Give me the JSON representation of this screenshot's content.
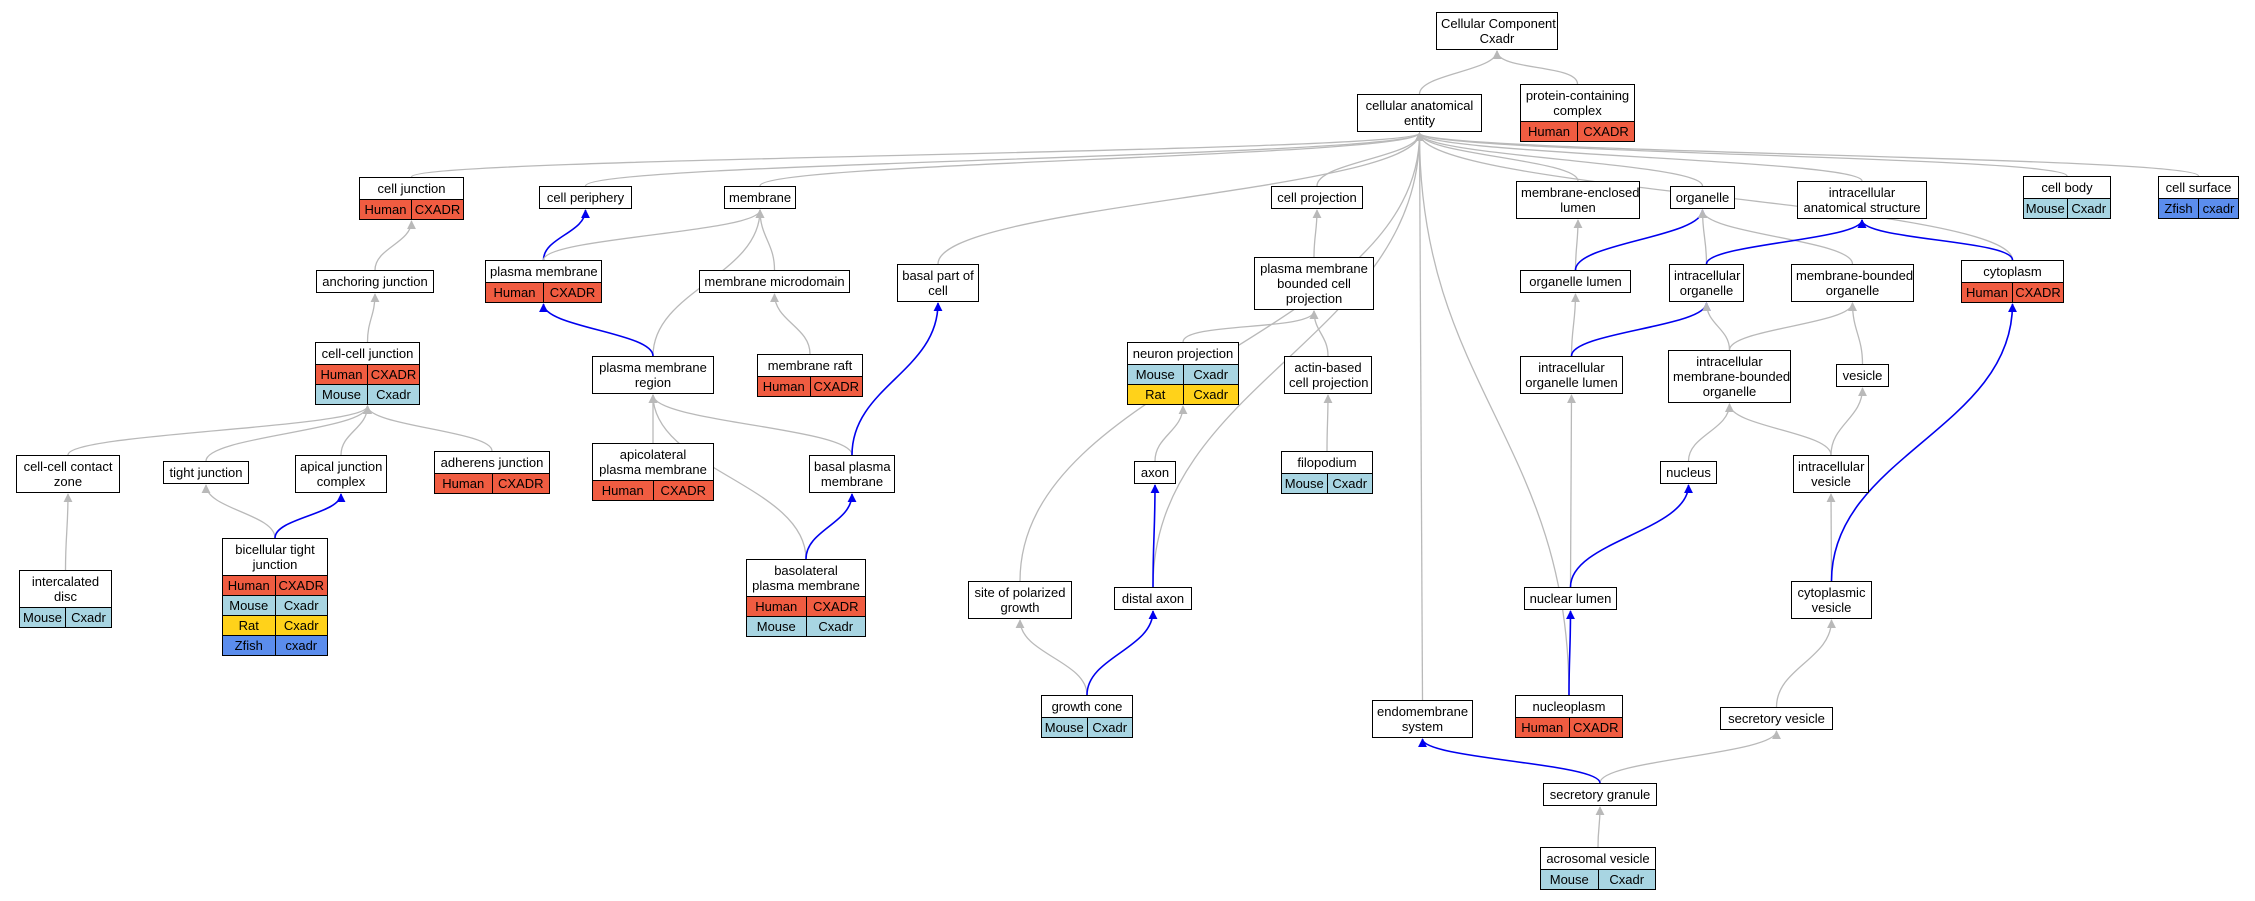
{
  "colors": {
    "edge_gray": "#b9b9b9",
    "edge_blue": "#0000ee",
    "Human": "#f05c41",
    "Mouse": "#a8d5e2",
    "Rat": "#ffd21a",
    "Zfish": "#5b8ded"
  },
  "nodes": [
    {
      "id": "cc",
      "lines": [
        "Cellular Component",
        "Cxadr"
      ],
      "rows": []
    },
    {
      "id": "cae",
      "lines": [
        "cellular anatomical",
        "entity"
      ],
      "rows": []
    },
    {
      "id": "pcc",
      "lines": [
        "protein-containing",
        "complex"
      ],
      "rows": [
        [
          "Human",
          "CXADR"
        ]
      ]
    },
    {
      "id": "cj",
      "lines": [
        "cell junction"
      ],
      "rows": [
        [
          "Human",
          "CXADR"
        ]
      ]
    },
    {
      "id": "cper",
      "lines": [
        "cell periphery"
      ],
      "rows": []
    },
    {
      "id": "mem",
      "lines": [
        "membrane"
      ],
      "rows": []
    },
    {
      "id": "bpc",
      "lines": [
        "basal part of",
        "cell"
      ],
      "rows": []
    },
    {
      "id": "cproj",
      "lines": [
        "cell projection"
      ],
      "rows": []
    },
    {
      "id": "mel",
      "lines": [
        "membrane-enclosed",
        "lumen"
      ],
      "rows": []
    },
    {
      "id": "org",
      "lines": [
        "organelle"
      ],
      "rows": []
    },
    {
      "id": "ias",
      "lines": [
        "intracellular",
        "anatomical structure"
      ],
      "rows": []
    },
    {
      "id": "cb",
      "lines": [
        "cell body"
      ],
      "rows": [
        [
          "Mouse",
          "Cxadr"
        ]
      ]
    },
    {
      "id": "cs",
      "lines": [
        "cell surface"
      ],
      "rows": [
        [
          "Zfish",
          "cxadr"
        ]
      ]
    },
    {
      "id": "aj",
      "lines": [
        "anchoring junction"
      ],
      "rows": []
    },
    {
      "id": "pm",
      "lines": [
        "plasma membrane"
      ],
      "rows": [
        [
          "Human",
          "CXADR"
        ]
      ]
    },
    {
      "id": "mmd",
      "lines": [
        "membrane microdomain"
      ],
      "rows": []
    },
    {
      "id": "pmbcp",
      "lines": [
        "plasma membrane",
        "bounded cell",
        "projection"
      ],
      "rows": []
    },
    {
      "id": "ol",
      "lines": [
        "organelle lumen"
      ],
      "rows": []
    },
    {
      "id": "io",
      "lines": [
        "intracellular",
        "organelle"
      ],
      "rows": []
    },
    {
      "id": "mbo",
      "lines": [
        "membrane-bounded",
        "organelle"
      ],
      "rows": []
    },
    {
      "id": "cyto",
      "lines": [
        "cytoplasm"
      ],
      "rows": [
        [
          "Human",
          "CXADR"
        ]
      ]
    },
    {
      "id": "ccj",
      "lines": [
        "cell-cell junction"
      ],
      "rows": [
        [
          "Human",
          "CXADR"
        ],
        [
          "Mouse",
          "Cxadr"
        ]
      ]
    },
    {
      "id": "pmr",
      "lines": [
        "plasma membrane",
        "region"
      ],
      "rows": []
    },
    {
      "id": "mraft",
      "lines": [
        "membrane raft"
      ],
      "rows": [
        [
          "Human",
          "CXADR"
        ]
      ]
    },
    {
      "id": "np",
      "lines": [
        "neuron projection"
      ],
      "rows": [
        [
          "Mouse",
          "Cxadr"
        ],
        [
          "Rat",
          "Cxadr"
        ]
      ]
    },
    {
      "id": "abcp",
      "lines": [
        "actin-based",
        "cell projection"
      ],
      "rows": []
    },
    {
      "id": "iol",
      "lines": [
        "intracellular",
        "organelle lumen"
      ],
      "rows": []
    },
    {
      "id": "imbo",
      "lines": [
        "intracellular",
        "membrane-bounded",
        "organelle"
      ],
      "rows": []
    },
    {
      "id": "ves",
      "lines": [
        "vesicle"
      ],
      "rows": []
    },
    {
      "id": "cccz",
      "lines": [
        "cell-cell contact",
        "zone"
      ],
      "rows": []
    },
    {
      "id": "tj",
      "lines": [
        "tight junction"
      ],
      "rows": []
    },
    {
      "id": "ajc",
      "lines": [
        "apical junction",
        "complex"
      ],
      "rows": []
    },
    {
      "id": "adj",
      "lines": [
        "adherens junction"
      ],
      "rows": [
        [
          "Human",
          "CXADR"
        ]
      ]
    },
    {
      "id": "apm",
      "lines": [
        "apicolateral",
        "plasma membrane"
      ],
      "rows": [
        [
          "Human",
          "CXADR"
        ]
      ]
    },
    {
      "id": "bpm",
      "lines": [
        "basal plasma",
        "membrane"
      ],
      "rows": []
    },
    {
      "id": "filo",
      "lines": [
        "filopodium"
      ],
      "rows": [
        [
          "Mouse",
          "Cxadr"
        ]
      ]
    },
    {
      "id": "axon",
      "lines": [
        "axon"
      ],
      "rows": []
    },
    {
      "id": "nuc",
      "lines": [
        "nucleus"
      ],
      "rows": []
    },
    {
      "id": "iv",
      "lines": [
        "intracellular",
        "vesicle"
      ],
      "rows": []
    },
    {
      "id": "idisc",
      "lines": [
        "intercalated",
        "disc"
      ],
      "rows": [
        [
          "Mouse",
          "Cxadr"
        ]
      ]
    },
    {
      "id": "btj",
      "lines": [
        "bicellular tight",
        "junction"
      ],
      "rows": [
        [
          "Human",
          "CXADR"
        ],
        [
          "Mouse",
          "Cxadr"
        ],
        [
          "Rat",
          "Cxadr"
        ],
        [
          "Zfish",
          "cxadr"
        ]
      ]
    },
    {
      "id": "blpm",
      "lines": [
        "basolateral",
        "plasma membrane"
      ],
      "rows": [
        [
          "Human",
          "CXADR"
        ],
        [
          "Mouse",
          "Cxadr"
        ]
      ]
    },
    {
      "id": "spg",
      "lines": [
        "site of polarized",
        "growth"
      ],
      "rows": []
    },
    {
      "id": "daxon",
      "lines": [
        "distal axon"
      ],
      "rows": []
    },
    {
      "id": "nl",
      "lines": [
        "nuclear lumen"
      ],
      "rows": []
    },
    {
      "id": "cv",
      "lines": [
        "cytoplasmic",
        "vesicle"
      ],
      "rows": []
    },
    {
      "id": "gc",
      "lines": [
        "growth cone"
      ],
      "rows": [
        [
          "Mouse",
          "Cxadr"
        ]
      ]
    },
    {
      "id": "ems",
      "lines": [
        "endomembrane",
        "system"
      ],
      "rows": []
    },
    {
      "id": "nplasm",
      "lines": [
        "nucleoplasm"
      ],
      "rows": [
        [
          "Human",
          "CXADR"
        ]
      ]
    },
    {
      "id": "sv",
      "lines": [
        "secretory vesicle"
      ],
      "rows": []
    },
    {
      "id": "sg",
      "lines": [
        "secretory granule"
      ],
      "rows": []
    },
    {
      "id": "av",
      "lines": [
        "acrosomal vesicle"
      ],
      "rows": [
        [
          "Mouse",
          "Cxadr"
        ]
      ]
    }
  ],
  "edges": [
    {
      "from": "cae",
      "to": "cc",
      "kind": "is_a"
    },
    {
      "from": "pcc",
      "to": "cc",
      "kind": "is_a"
    },
    {
      "from": "cj",
      "to": "cae",
      "kind": "is_a"
    },
    {
      "from": "cper",
      "to": "cae",
      "kind": "is_a"
    },
    {
      "from": "mem",
      "to": "cae",
      "kind": "is_a"
    },
    {
      "from": "bpc",
      "to": "cae",
      "kind": "is_a"
    },
    {
      "from": "cproj",
      "to": "cae",
      "kind": "is_a"
    },
    {
      "from": "mel",
      "to": "cae",
      "kind": "is_a"
    },
    {
      "from": "org",
      "to": "cae",
      "kind": "is_a"
    },
    {
      "from": "ias",
      "to": "cae",
      "kind": "is_a"
    },
    {
      "from": "cb",
      "to": "cae",
      "kind": "is_a"
    },
    {
      "from": "cs",
      "to": "cae",
      "kind": "is_a"
    },
    {
      "from": "cyto",
      "to": "cae",
      "kind": "is_a"
    },
    {
      "from": "spg",
      "to": "cae",
      "kind": "is_a"
    },
    {
      "from": "daxon",
      "to": "cae",
      "kind": "is_a"
    },
    {
      "from": "ems",
      "to": "cae",
      "kind": "is_a"
    },
    {
      "from": "nplasm",
      "to": "cae",
      "kind": "is_a"
    },
    {
      "from": "aj",
      "to": "cj",
      "kind": "is_a"
    },
    {
      "from": "ccj",
      "to": "aj",
      "kind": "is_a"
    },
    {
      "from": "cccz",
      "to": "ccj",
      "kind": "is_a"
    },
    {
      "from": "tj",
      "to": "ccj",
      "kind": "is_a"
    },
    {
      "from": "ajc",
      "to": "ccj",
      "kind": "is_a"
    },
    {
      "from": "adj",
      "to": "ccj",
      "kind": "is_a"
    },
    {
      "from": "idisc",
      "to": "cccz",
      "kind": "is_a"
    },
    {
      "from": "btj",
      "to": "tj",
      "kind": "is_a"
    },
    {
      "from": "btj",
      "to": "ajc",
      "kind": "part_of"
    },
    {
      "from": "pm",
      "to": "cper",
      "kind": "part_of"
    },
    {
      "from": "pm",
      "to": "mem",
      "kind": "is_a"
    },
    {
      "from": "mmd",
      "to": "mem",
      "kind": "is_a"
    },
    {
      "from": "pmr",
      "to": "mem",
      "kind": "is_a"
    },
    {
      "from": "pmr",
      "to": "pm",
      "kind": "part_of"
    },
    {
      "from": "mraft",
      "to": "mmd",
      "kind": "is_a"
    },
    {
      "from": "apm",
      "to": "pmr",
      "kind": "is_a"
    },
    {
      "from": "bpm",
      "to": "pmr",
      "kind": "is_a"
    },
    {
      "from": "blpm",
      "to": "pmr",
      "kind": "is_a"
    },
    {
      "from": "bpm",
      "to": "bpc",
      "kind": "part_of"
    },
    {
      "from": "blpm",
      "to": "bpm",
      "kind": "part_of"
    },
    {
      "from": "pmbcp",
      "to": "cproj",
      "kind": "is_a"
    },
    {
      "from": "np",
      "to": "pmbcp",
      "kind": "is_a"
    },
    {
      "from": "abcp",
      "to": "pmbcp",
      "kind": "is_a"
    },
    {
      "from": "filo",
      "to": "abcp",
      "kind": "is_a"
    },
    {
      "from": "axon",
      "to": "np",
      "kind": "is_a"
    },
    {
      "from": "daxon",
      "to": "axon",
      "kind": "part_of"
    },
    {
      "from": "gc",
      "to": "spg",
      "kind": "is_a"
    },
    {
      "from": "gc",
      "to": "daxon",
      "kind": "part_of"
    },
    {
      "from": "ol",
      "to": "mel",
      "kind": "is_a"
    },
    {
      "from": "ol",
      "to": "org",
      "kind": "part_of"
    },
    {
      "from": "io",
      "to": "org",
      "kind": "is_a"
    },
    {
      "from": "mbo",
      "to": "org",
      "kind": "is_a"
    },
    {
      "from": "io",
      "to": "ias",
      "kind": "part_of"
    },
    {
      "from": "cyto",
      "to": "ias",
      "kind": "part_of"
    },
    {
      "from": "iol",
      "to": "ol",
      "kind": "is_a"
    },
    {
      "from": "iol",
      "to": "io",
      "kind": "part_of"
    },
    {
      "from": "imbo",
      "to": "io",
      "kind": "is_a"
    },
    {
      "from": "imbo",
      "to": "mbo",
      "kind": "is_a"
    },
    {
      "from": "ves",
      "to": "mbo",
      "kind": "is_a"
    },
    {
      "from": "nuc",
      "to": "imbo",
      "kind": "is_a"
    },
    {
      "from": "iv",
      "to": "imbo",
      "kind": "is_a"
    },
    {
      "from": "iv",
      "to": "ves",
      "kind": "is_a"
    },
    {
      "from": "nl",
      "to": "iol",
      "kind": "is_a"
    },
    {
      "from": "nl",
      "to": "nuc",
      "kind": "part_of"
    },
    {
      "from": "nplasm",
      "to": "nl",
      "kind": "part_of"
    },
    {
      "from": "cv",
      "to": "iv",
      "kind": "is_a"
    },
    {
      "from": "cv",
      "to": "cyto",
      "kind": "part_of"
    },
    {
      "from": "sv",
      "to": "cv",
      "kind": "is_a"
    },
    {
      "from": "sg",
      "to": "sv",
      "kind": "is_a"
    },
    {
      "from": "sg",
      "to": "ems",
      "kind": "part_of"
    },
    {
      "from": "av",
      "to": "sg",
      "kind": "is_a"
    }
  ]
}
